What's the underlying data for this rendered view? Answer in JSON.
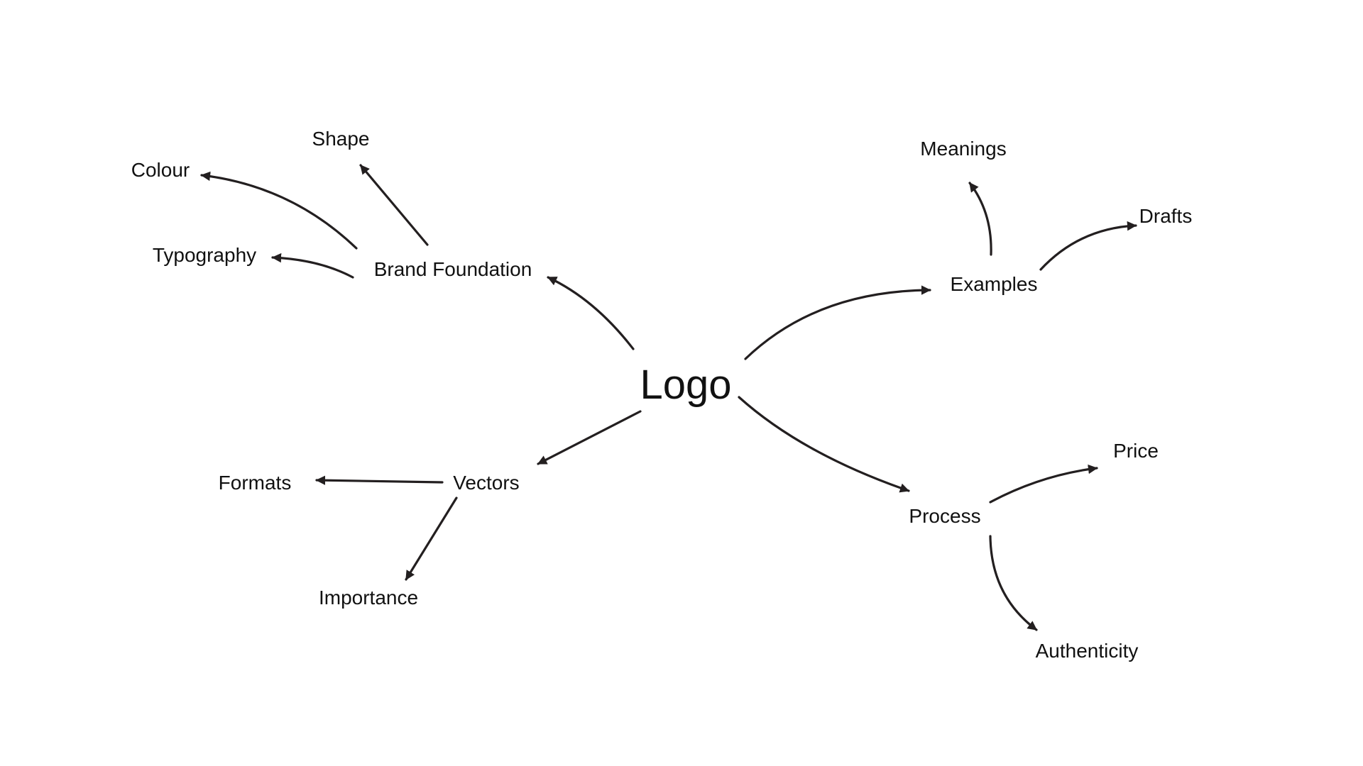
{
  "diagram": {
    "center": {
      "label": "Logo"
    },
    "branches": [
      {
        "label": "Brand Foundation",
        "children": [
          "Shape",
          "Colour",
          "Typography"
        ]
      },
      {
        "label": "Vectors",
        "children": [
          "Formats",
          "Importance"
        ]
      },
      {
        "label": "Examples",
        "children": [
          "Meanings",
          "Drafts"
        ]
      },
      {
        "label": "Process",
        "children": [
          "Price",
          "Authenticity"
        ]
      }
    ],
    "colors": {
      "background": "#ffffff",
      "edge": "#231f20",
      "text": "#111111"
    }
  }
}
